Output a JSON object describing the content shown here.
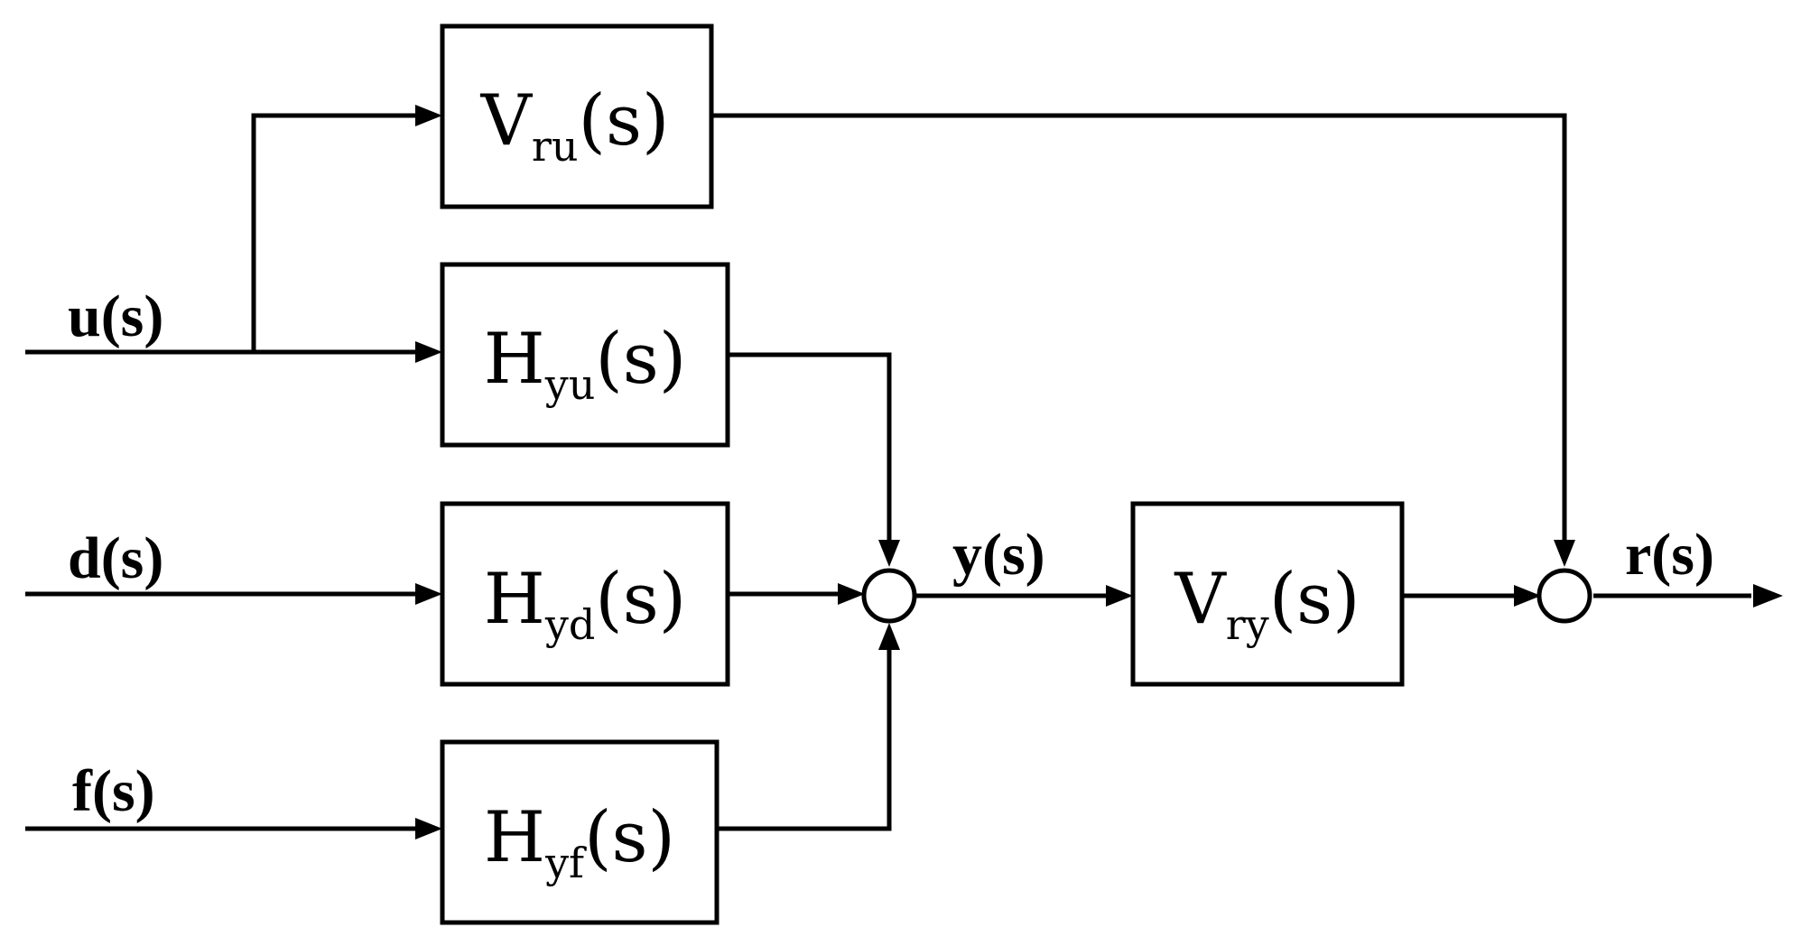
{
  "blocks": {
    "vru": {
      "main": "V",
      "sub": "ru",
      "arg": "(s)"
    },
    "hyu": {
      "main": "H",
      "sub": "yu",
      "arg": "(s)"
    },
    "hyd": {
      "main": "H",
      "sub": "yd",
      "arg": "(s)"
    },
    "hyf": {
      "main": "H",
      "sub": "yf",
      "arg": "(s)"
    },
    "vry": {
      "main": "V",
      "sub": "ry",
      "arg": "(s)"
    }
  },
  "signals": {
    "u": "u(s)",
    "d": "d(s)",
    "f": "f(s)",
    "y": "y(s)",
    "r": "r(s)"
  }
}
